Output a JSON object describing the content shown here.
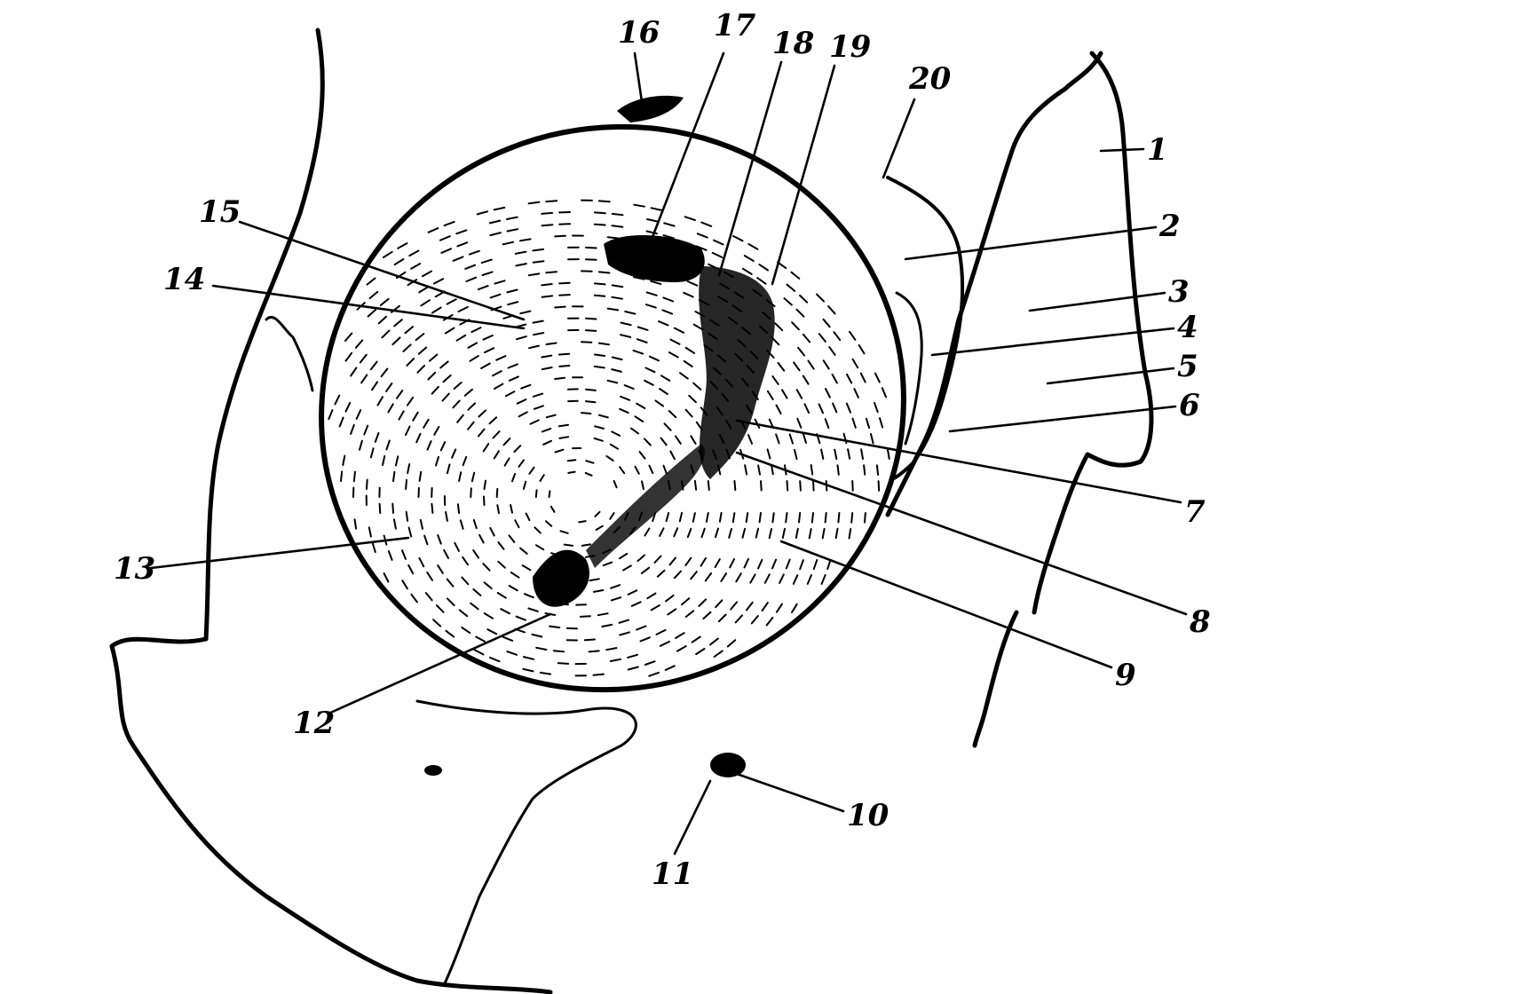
{
  "figure": {
    "labels": [
      {
        "id": "label-1",
        "text": "1"
      },
      {
        "id": "label-2",
        "text": "2"
      },
      {
        "id": "label-3",
        "text": "3"
      },
      {
        "id": "label-4",
        "text": "4"
      },
      {
        "id": "label-5",
        "text": "5"
      },
      {
        "id": "label-6",
        "text": "6"
      },
      {
        "id": "label-7",
        "text": "7"
      },
      {
        "id": "label-8",
        "text": "8"
      },
      {
        "id": "label-9",
        "text": "9"
      },
      {
        "id": "label-10",
        "text": "10"
      },
      {
        "id": "label-11",
        "text": "11"
      },
      {
        "id": "label-12",
        "text": "12"
      },
      {
        "id": "label-13",
        "text": "13"
      },
      {
        "id": "label-14",
        "text": "14"
      },
      {
        "id": "label-15",
        "text": "15"
      },
      {
        "id": "label-16",
        "text": "16"
      },
      {
        "id": "label-17",
        "text": "17"
      },
      {
        "id": "label-18",
        "text": "18"
      },
      {
        "id": "label-19",
        "text": "19"
      },
      {
        "id": "label-20",
        "text": "20"
      }
    ]
  },
  "colors": {
    "ink": "#000000",
    "paper": "#ffffff"
  }
}
